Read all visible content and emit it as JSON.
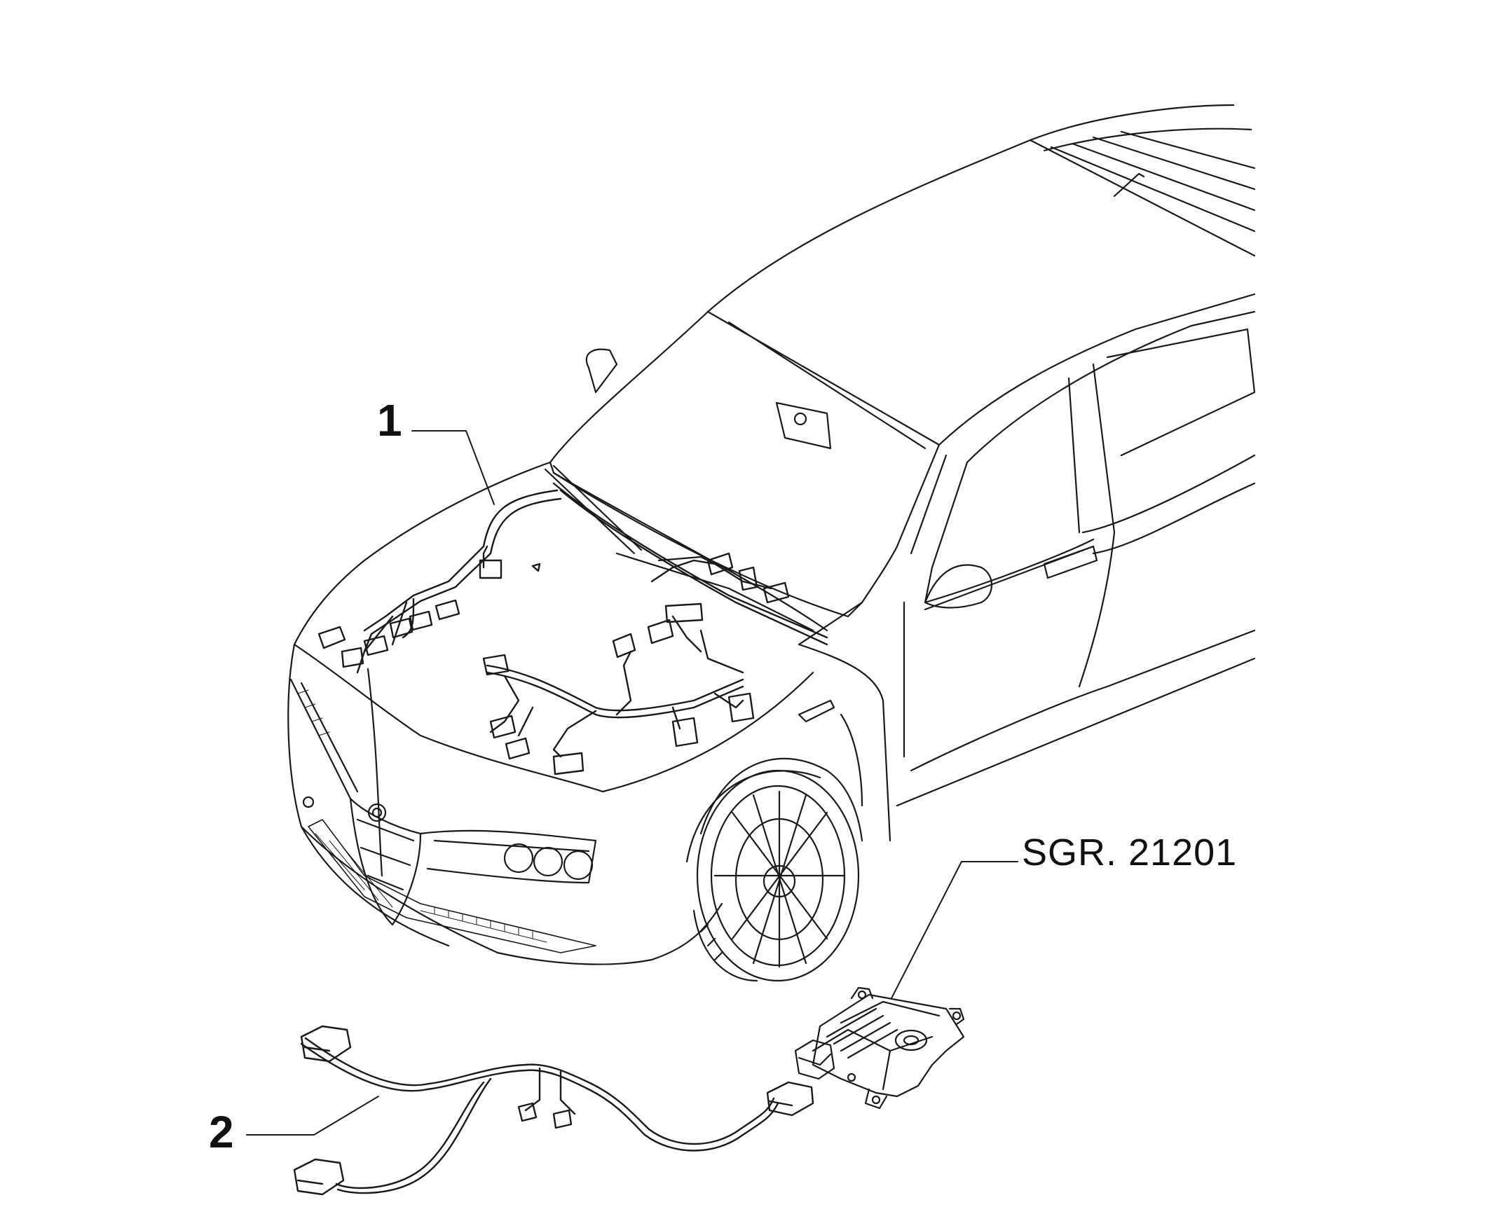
{
  "callouts": {
    "harness_front": "1",
    "harness_bumper": "2",
    "reference_group": "SGR. 21201"
  },
  "colors": {
    "line": "#1a1a1a",
    "background": "#ffffff"
  }
}
